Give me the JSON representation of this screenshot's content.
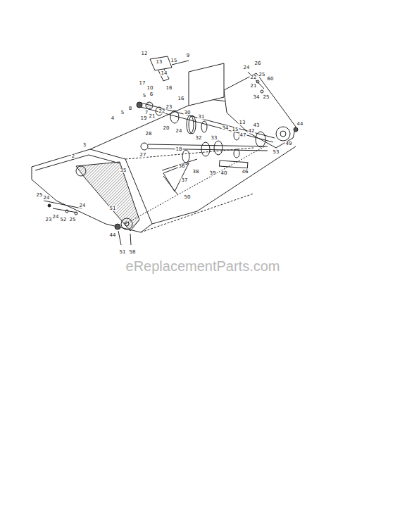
{
  "diagram": {
    "labels": [
      "12",
      "13",
      "15",
      "9",
      "17",
      "14",
      "10",
      "16",
      "5",
      "6",
      "7",
      "23",
      "16",
      "4",
      "5",
      "8",
      "19",
      "21",
      "22",
      "20",
      "24",
      "30",
      "31",
      "34",
      "15",
      "13",
      "24",
      "26",
      "22",
      "25",
      "60",
      "21",
      "34",
      "25",
      "47",
      "42",
      "43",
      "44",
      "49",
      "53",
      "27",
      "28",
      "18",
      "32",
      "33",
      "36",
      "37",
      "38",
      "39",
      "40",
      "46",
      "35",
      "3",
      "2",
      "25",
      "24",
      "23",
      "24",
      "52",
      "25",
      "24",
      "51",
      "44",
      "51",
      "58",
      "50",
      "eReplacementParts.com"
    ]
  }
}
